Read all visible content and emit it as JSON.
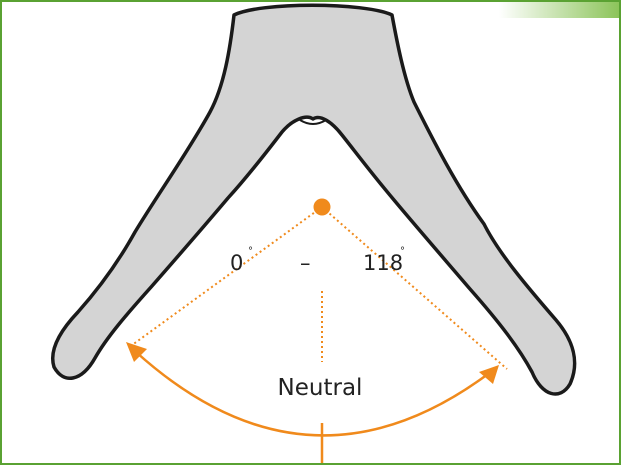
{
  "diagram": {
    "range_start": "0",
    "range_separator": "–",
    "range_end": "118",
    "degree_symbol": "°",
    "center_label": "Neutral"
  },
  "colors": {
    "frame_border": "#5aa232",
    "accent": "#f08a1c",
    "figure_fill": "#d4d4d4",
    "figure_outline": "#1a1a1a",
    "text": "#222222"
  }
}
